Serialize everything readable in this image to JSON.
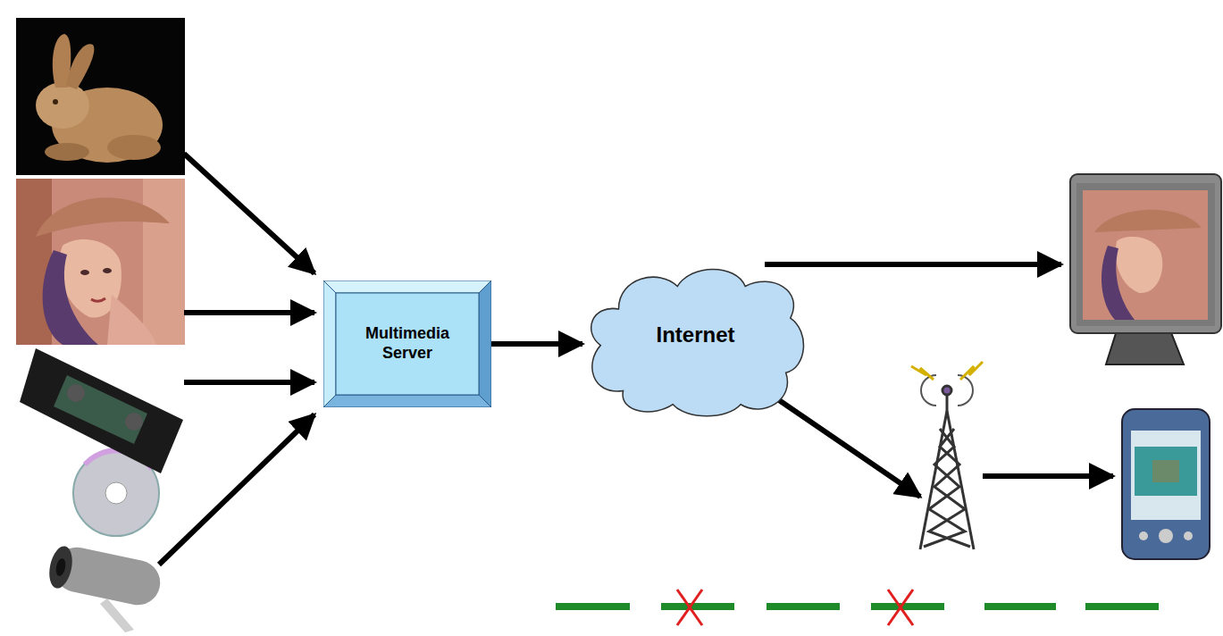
{
  "diagram": {
    "nodes": [
      {
        "text": [
          "Multimedia Server"
        ]
      },
      {
        "text": [
          "Internet"
        ]
      }
    ],
    "edges": [
      {
        "from": 0,
        "to": 1,
        "arrow": "to"
      }
    ]
  }
}
